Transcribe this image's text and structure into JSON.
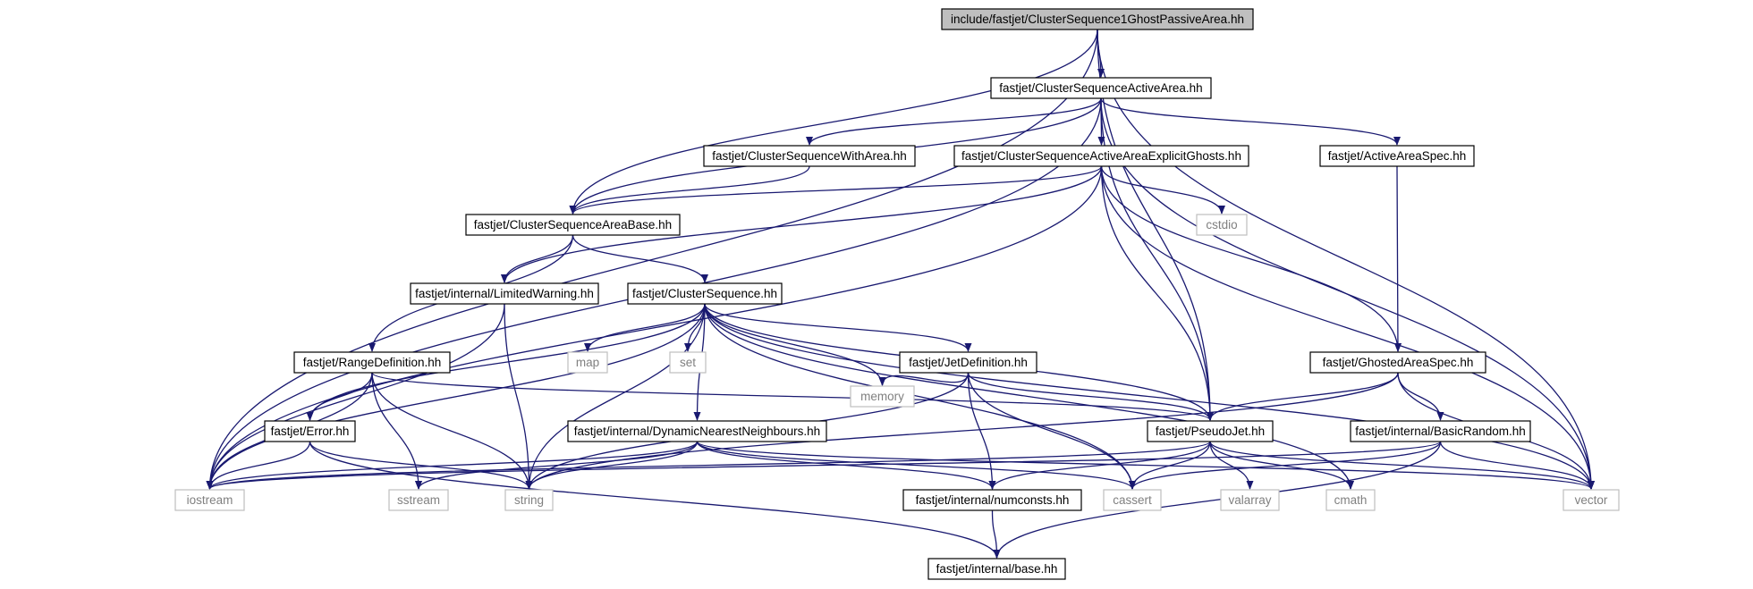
{
  "colors": {
    "edge": "#191970",
    "root_fill": "#bfbfbf",
    "node_border": "#000000",
    "system_border": "#bfbfbf",
    "system_text": "#808080",
    "text": "#000000",
    "background": "#ffffff"
  },
  "nodes": [
    {
      "id": "root",
      "label": "include/fastjet/ClusterSequence1GhostPassiveArea.hh",
      "kind": "root"
    },
    {
      "id": "csaa",
      "label": "fastjet/ClusterSequenceActiveArea.hh",
      "kind": "local"
    },
    {
      "id": "cswa",
      "label": "fastjet/ClusterSequenceWithArea.hh",
      "kind": "local"
    },
    {
      "id": "csaaeg",
      "label": "fastjet/ClusterSequenceActiveAreaExplicitGhosts.hh",
      "kind": "local"
    },
    {
      "id": "aas",
      "label": "fastjet/ActiveAreaSpec.hh",
      "kind": "local"
    },
    {
      "id": "csab",
      "label": "fastjet/ClusterSequenceAreaBase.hh",
      "kind": "local"
    },
    {
      "id": "cstdio",
      "label": "cstdio",
      "kind": "system"
    },
    {
      "id": "lw",
      "label": "fastjet/internal/LimitedWarning.hh",
      "kind": "local"
    },
    {
      "id": "cs",
      "label": "fastjet/ClusterSequence.hh",
      "kind": "local"
    },
    {
      "id": "map",
      "label": "map",
      "kind": "system"
    },
    {
      "id": "set",
      "label": "set",
      "kind": "system"
    },
    {
      "id": "rd",
      "label": "fastjet/RangeDefinition.hh",
      "kind": "local"
    },
    {
      "id": "jd",
      "label": "fastjet/JetDefinition.hh",
      "kind": "local"
    },
    {
      "id": "gas",
      "label": "fastjet/GhostedAreaSpec.hh",
      "kind": "local"
    },
    {
      "id": "memory",
      "label": "memory",
      "kind": "system"
    },
    {
      "id": "err",
      "label": "fastjet/Error.hh",
      "kind": "local"
    },
    {
      "id": "dnn",
      "label": "fastjet/internal/DynamicNearestNeighbours.hh",
      "kind": "local"
    },
    {
      "id": "pj",
      "label": "fastjet/PseudoJet.hh",
      "kind": "local"
    },
    {
      "id": "br",
      "label": "fastjet/internal/BasicRandom.hh",
      "kind": "local"
    },
    {
      "id": "iostream",
      "label": "iostream",
      "kind": "system"
    },
    {
      "id": "sstream",
      "label": "sstream",
      "kind": "system"
    },
    {
      "id": "string",
      "label": "string",
      "kind": "system"
    },
    {
      "id": "nc",
      "label": "fastjet/internal/numconsts.hh",
      "kind": "local"
    },
    {
      "id": "cassert",
      "label": "cassert",
      "kind": "system"
    },
    {
      "id": "valarray",
      "label": "valarray",
      "kind": "system"
    },
    {
      "id": "cmath",
      "label": "cmath",
      "kind": "system"
    },
    {
      "id": "vector",
      "label": "vector",
      "kind": "system"
    },
    {
      "id": "base",
      "label": "fastjet/internal/base.hh",
      "kind": "local"
    }
  ],
  "edges": [
    [
      "root",
      "iostream"
    ],
    [
      "root",
      "csab"
    ],
    [
      "root",
      "csaa"
    ],
    [
      "root",
      "pj"
    ],
    [
      "root",
      "vector"
    ],
    [
      "csaa",
      "iostream"
    ],
    [
      "csaa",
      "csab"
    ],
    [
      "csaa",
      "cswa"
    ],
    [
      "csaa",
      "csaaeg"
    ],
    [
      "csaa",
      "aas"
    ],
    [
      "csaa",
      "pj"
    ],
    [
      "csaa",
      "vector"
    ],
    [
      "cswa",
      "csab"
    ],
    [
      "csaaeg",
      "csab"
    ],
    [
      "csaaeg",
      "iostream"
    ],
    [
      "csaaeg",
      "lw"
    ],
    [
      "csaaeg",
      "cstdio"
    ],
    [
      "csaaeg",
      "gas"
    ],
    [
      "csaaeg",
      "pj"
    ],
    [
      "csaaeg",
      "vector"
    ],
    [
      "aas",
      "gas"
    ],
    [
      "csab",
      "rd"
    ],
    [
      "csab",
      "lw"
    ],
    [
      "csab",
      "cs"
    ],
    [
      "lw",
      "iostream"
    ],
    [
      "lw",
      "string"
    ],
    [
      "cs",
      "err"
    ],
    [
      "cs",
      "iostream"
    ],
    [
      "cs",
      "memory"
    ],
    [
      "cs",
      "map"
    ],
    [
      "cs",
      "set"
    ],
    [
      "cs",
      "string"
    ],
    [
      "cs",
      "dnn"
    ],
    [
      "cs",
      "jd"
    ],
    [
      "cs",
      "cassert"
    ],
    [
      "cs",
      "pj"
    ],
    [
      "cs",
      "cmath"
    ],
    [
      "cs",
      "vector"
    ],
    [
      "rd",
      "iostream"
    ],
    [
      "rd",
      "err"
    ],
    [
      "rd",
      "sstream"
    ],
    [
      "rd",
      "string"
    ],
    [
      "rd",
      "pj"
    ],
    [
      "err",
      "iostream"
    ],
    [
      "err",
      "string"
    ],
    [
      "err",
      "base"
    ],
    [
      "jd",
      "memory"
    ],
    [
      "jd",
      "string"
    ],
    [
      "jd",
      "nc"
    ],
    [
      "jd",
      "cassert"
    ],
    [
      "jd",
      "pj"
    ],
    [
      "gas",
      "string"
    ],
    [
      "gas",
      "pj"
    ],
    [
      "gas",
      "br"
    ],
    [
      "gas",
      "vector"
    ],
    [
      "dnn",
      "iostream"
    ],
    [
      "dnn",
      "sstream"
    ],
    [
      "dnn",
      "string"
    ],
    [
      "dnn",
      "nc"
    ],
    [
      "dnn",
      "cassert"
    ],
    [
      "dnn",
      "vector"
    ],
    [
      "pj",
      "iostream"
    ],
    [
      "pj",
      "nc"
    ],
    [
      "pj",
      "cassert"
    ],
    [
      "pj",
      "valarray"
    ],
    [
      "pj",
      "cmath"
    ],
    [
      "pj",
      "vector"
    ],
    [
      "br",
      "iostream"
    ],
    [
      "br",
      "cassert"
    ],
    [
      "br",
      "vector"
    ],
    [
      "br",
      "base"
    ],
    [
      "nc",
      "base"
    ]
  ]
}
